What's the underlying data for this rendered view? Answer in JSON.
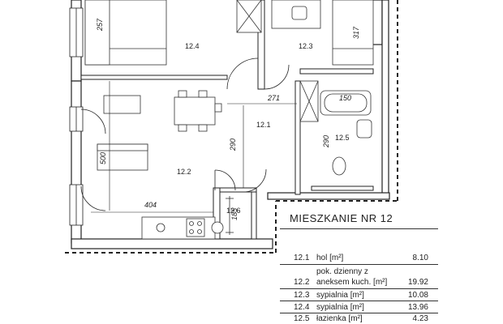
{
  "plan": {
    "rooms": [
      {
        "code": "12.1"
      },
      {
        "code": "12.2"
      },
      {
        "code": "12.3"
      },
      {
        "code": "12.4"
      },
      {
        "code": "12.5"
      },
      {
        "code": "12.6"
      }
    ],
    "dimensions": {
      "d257": "257",
      "d317": "317",
      "d271": "271",
      "d150": "150",
      "d290a": "290",
      "d290b": "290",
      "d500": "500",
      "d404": "404",
      "d185": "185"
    }
  },
  "legend": {
    "title": "MIESZKANIE NR  12",
    "rows": [
      {
        "code": "12.1",
        "name": "hol [m²]",
        "value": "8.10"
      },
      {
        "code": "12.2",
        "name_line1": "pok. dzienny z",
        "name": "aneksem kuch. [m²]",
        "value": "19.92"
      },
      {
        "code": "12.3",
        "name": "sypialnia [m²]",
        "value": "10.08"
      },
      {
        "code": "12.4",
        "name": "sypialnia [m²]",
        "value": "13.96"
      },
      {
        "code": "12.5",
        "name": "łazienka [m²]",
        "value": "4.23"
      }
    ]
  }
}
